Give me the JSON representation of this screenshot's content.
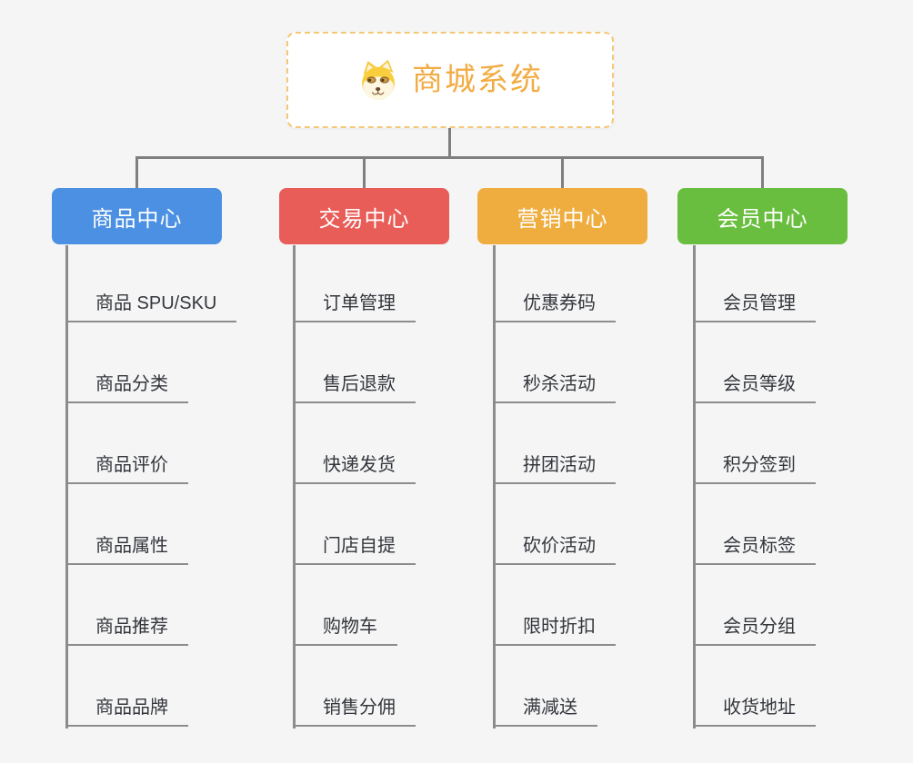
{
  "canvas": {
    "background": "#f5f5f6",
    "connector_color": "#7f7f7f",
    "leaf_line_color": "#8c8c8c"
  },
  "root": {
    "title": "商城系统",
    "icon": "dog-face-icon",
    "accent_color": "#f2ac44",
    "border_color": "#f5c878"
  },
  "branches": [
    {
      "label": "商品中心",
      "color": "#4b90e2",
      "children": [
        "商品 SPU/SKU",
        "商品分类",
        "商品评价",
        "商品属性",
        "商品推荐",
        "商品品牌"
      ]
    },
    {
      "label": "交易中心",
      "color": "#e85d58",
      "children": [
        "订单管理",
        "售后退款",
        "快递发货",
        "门店自提",
        "购物车",
        "销售分佣"
      ]
    },
    {
      "label": "营销中心",
      "color": "#efad3f",
      "children": [
        "优惠券码",
        "秒杀活动",
        "拼团活动",
        "砍价活动",
        "限时折扣",
        "满减送"
      ]
    },
    {
      "label": "会员中心",
      "color": "#6abe3f",
      "children": [
        "会员管理",
        "会员等级",
        "积分签到",
        "会员标签",
        "会员分组",
        "收货地址"
      ]
    }
  ]
}
